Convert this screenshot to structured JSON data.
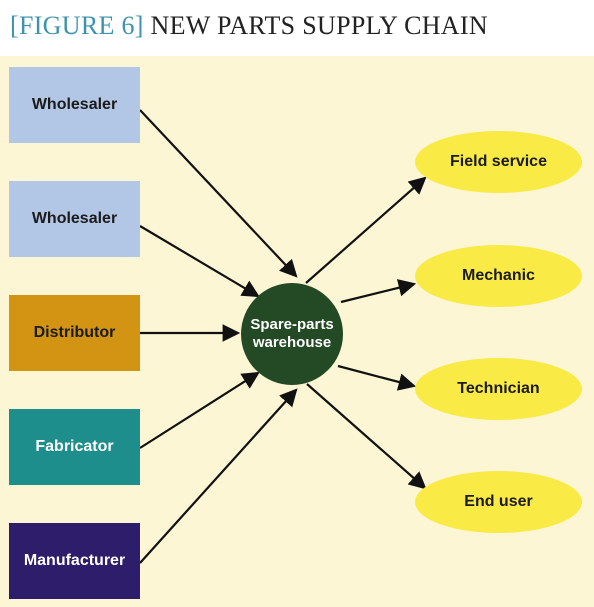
{
  "header": {
    "tag": "[FIGURE 6]",
    "title": "NEW PARTS SUPPLY CHAIN"
  },
  "sources": [
    {
      "label": "Wholesaler"
    },
    {
      "label": "Wholesaler"
    },
    {
      "label": "Distributor"
    },
    {
      "label": "Fabricator"
    },
    {
      "label": "Manufacturer"
    }
  ],
  "hub": {
    "line1": "Spare-parts",
    "line2": "warehouse"
  },
  "destinations": [
    {
      "label": "Field service"
    },
    {
      "label": "Mechanic"
    },
    {
      "label": "Technician"
    },
    {
      "label": "End user"
    }
  ],
  "colors": {
    "title_tag": "#3d93ae",
    "background_panel": "#fcf6d4",
    "wholesaler": "#b2c6e6",
    "distributor": "#d39414",
    "fabricator": "#1e8e8c",
    "manufacturer": "#2d1d6a",
    "hub": "#234a24",
    "destination": "#f9ea45",
    "arrow": "#111111"
  }
}
